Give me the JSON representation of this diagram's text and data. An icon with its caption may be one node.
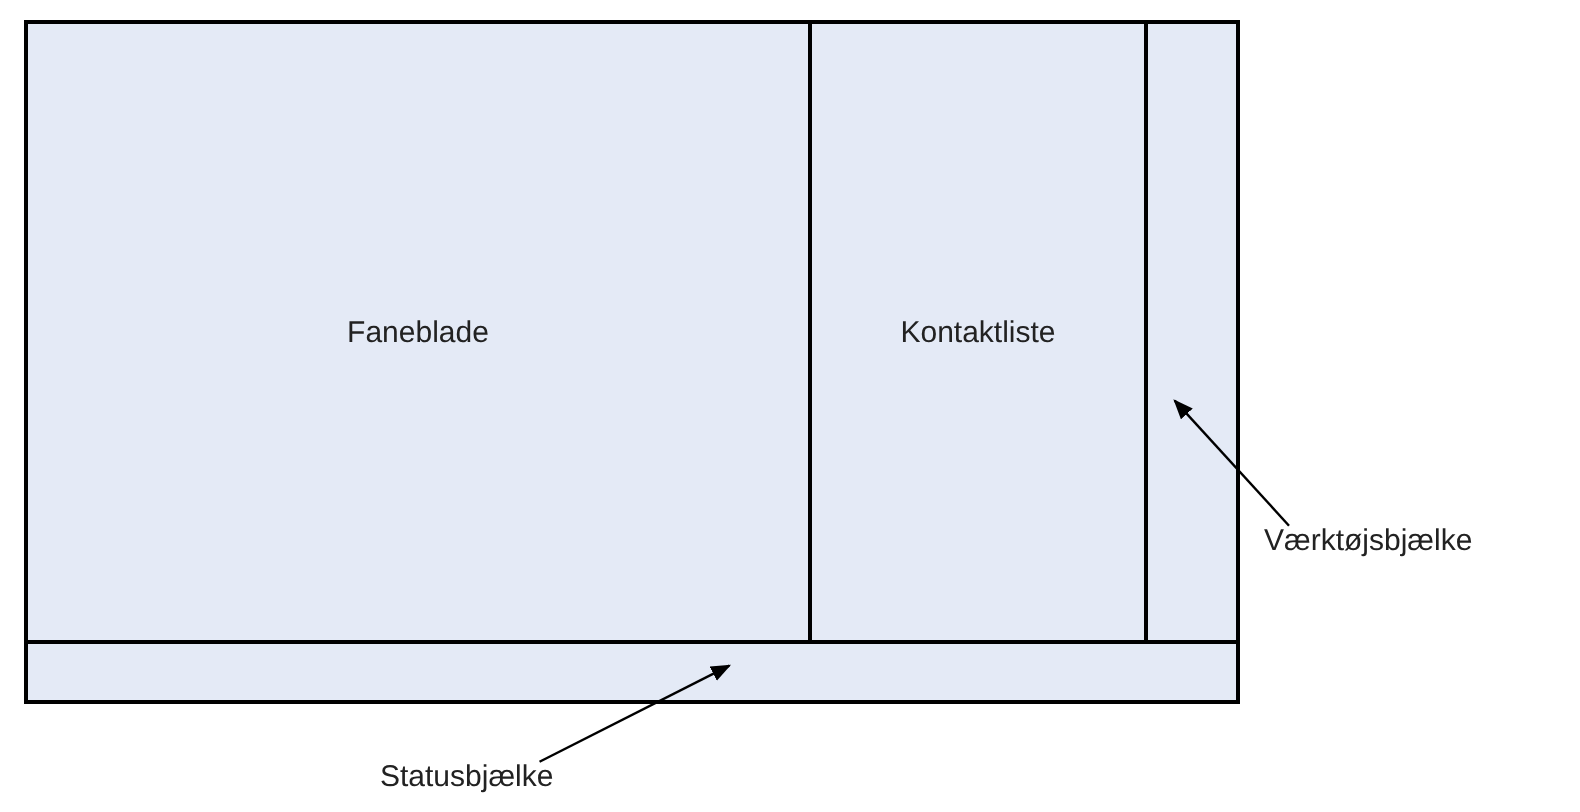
{
  "diagram": {
    "nodes": [
      {
        "text": [
          "Faneblade"
        ]
      },
      {
        "text": [
          "Kontaktliste"
        ]
      },
      {
        "text": [],
        "shape": "box"
      },
      {
        "text": [],
        "shape": "box"
      },
      {
        "text": [
          "Værktøjsbjælke"
        ]
      },
      {
        "text": [
          "Statusbjælke"
        ]
      }
    ],
    "edges": [
      {
        "from": 4,
        "to": 2,
        "arrow": "to"
      },
      {
        "from": 5,
        "to": 3,
        "arrow": "to"
      }
    ]
  }
}
